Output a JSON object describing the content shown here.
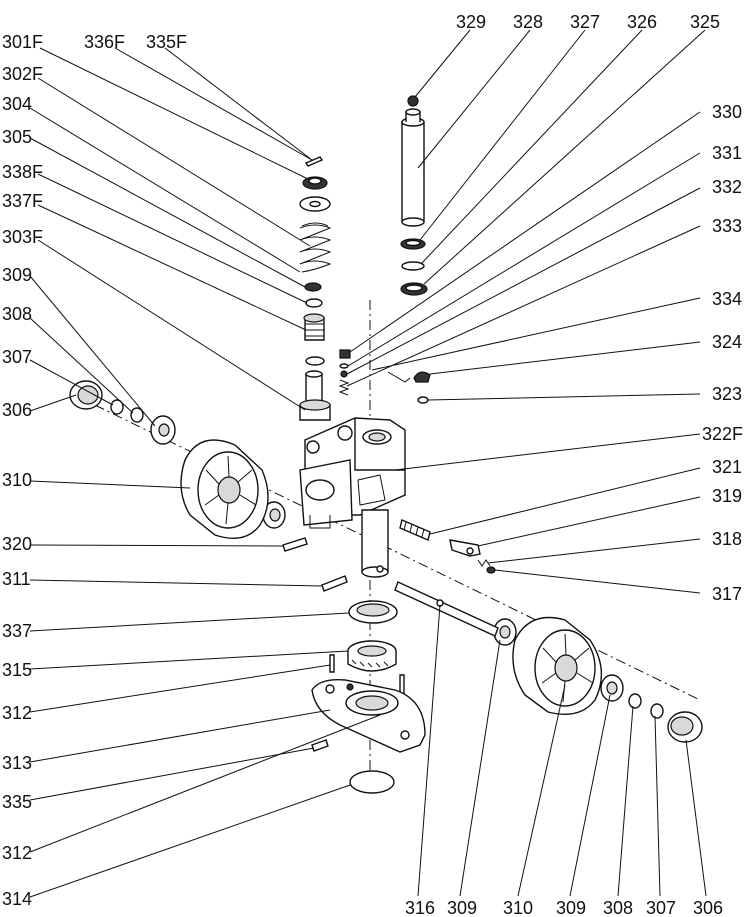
{
  "labels_left": [
    "301F",
    "336F",
    "335F",
    "302F",
    "304",
    "305",
    "338F",
    "337F",
    "303F",
    "309",
    "308",
    "307",
    "306",
    "310",
    "320",
    "311",
    "337",
    "315",
    "312",
    "313",
    "335",
    "312",
    "314"
  ],
  "labels_top_right": [
    "329",
    "328",
    "327",
    "326",
    "325"
  ],
  "labels_right": [
    "330",
    "331",
    "332",
    "333",
    "334",
    "324",
    "323",
    "322F",
    "321",
    "319",
    "318",
    "317"
  ],
  "labels_bottom": [
    "316",
    "309",
    "310",
    "309",
    "308",
    "307",
    "306"
  ]
}
